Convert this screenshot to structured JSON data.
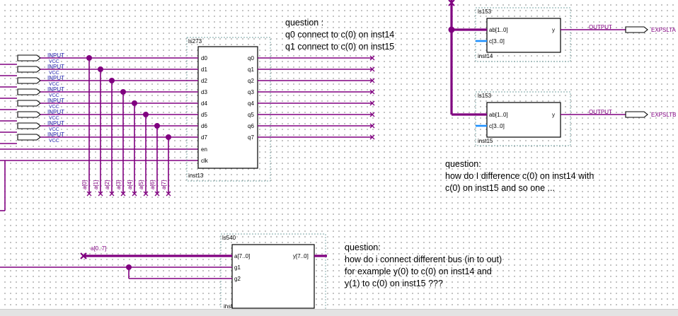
{
  "inputs": [
    {
      "type": "INPUT",
      "level": "VCC"
    },
    {
      "type": "INPUT",
      "level": "VCC"
    },
    {
      "type": "INPUT",
      "level": "VCC"
    },
    {
      "type": "INPUT",
      "level": "VCC"
    },
    {
      "type": "INPUT",
      "level": "VCC"
    },
    {
      "type": "INPUT",
      "level": "VCC"
    },
    {
      "type": "INPUT",
      "level": "VCC"
    },
    {
      "type": "INPUT",
      "level": "VCC"
    }
  ],
  "ls273": {
    "name": "ls273",
    "inst": "inst13",
    "d_ports": [
      "d0",
      "d1",
      "d2",
      "d3",
      "d4",
      "d5",
      "d6",
      "d7",
      "en",
      "clk"
    ],
    "q_ports": [
      "q0",
      "q1",
      "q2",
      "q3",
      "q4",
      "q5",
      "q6",
      "q7"
    ]
  },
  "tap_labels": [
    "a[0]",
    "a[1]",
    "a[2]",
    "a[3]",
    "a[4]",
    "a[5]",
    "a[6]",
    "a[7]"
  ],
  "mux_top": {
    "name": "ls153",
    "inst": "inst14",
    "in_ports": [
      "ab[1..0]",
      "c[3..0]"
    ],
    "out_port": "y",
    "output_type": "OUTPUT",
    "output_name": "EXPSLTA"
  },
  "mux_bottom": {
    "name": "ls153",
    "inst": "inst15",
    "in_ports": [
      "ab[1..0]",
      "c[3..0]"
    ],
    "out_port": "y",
    "output_type": "OUTPUT",
    "output_name": "EXPSLTB"
  },
  "ls540": {
    "name": "ls540",
    "inst": "inst",
    "in_ports": [
      "a[7..0]",
      "g1",
      "g2"
    ],
    "out_port": "y[7..0]",
    "bus_label": "a[0..7]"
  },
  "questions": {
    "q1": [
      "question :",
      "q0 connect to c(0) on inst14",
      "q1 connect to c(0) on inst15"
    ],
    "q2": [
      "question:",
      "how do I difference c(0) on inst14 with",
      "c(0) on inst15 and so one ..."
    ],
    "q3": [
      "question:",
      "how do i connect different bus (in to out)",
      "for example y(0) to c(0) on inst14 and",
      "y(1) to c(0) on inst15 ???"
    ]
  }
}
